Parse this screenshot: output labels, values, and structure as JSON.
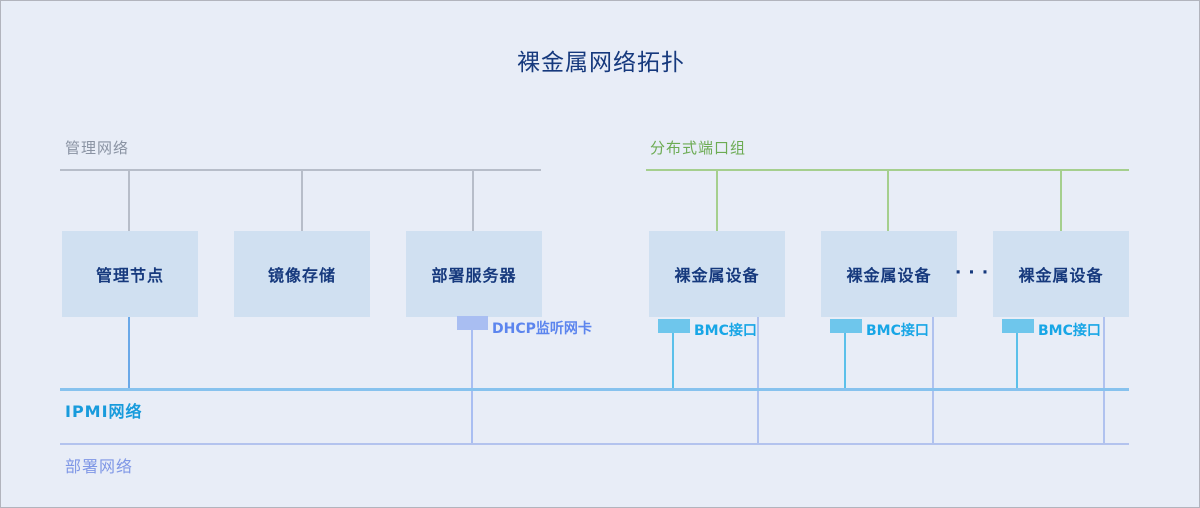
{
  "title": "裸金属网络拓扑",
  "management_network": {
    "label": "管理网络",
    "boxes": [
      "管理节点",
      "镜像存储",
      "部署服务器"
    ]
  },
  "port_group": {
    "label": "分布式端口组",
    "boxes": [
      "裸金属设备",
      "裸金属设备",
      "裸金属设备"
    ],
    "ellipsis": "···"
  },
  "nics": {
    "dhcp_label": "DHCP监听网卡",
    "bmc_label": "BMC接口"
  },
  "ipmi_network": {
    "label": "IPMI网络"
  },
  "deployment_network": {
    "label": "部署网络"
  },
  "colors": {
    "background": "#e8edf7",
    "title_text": "#16397d",
    "box_fill": "#d0e0f1",
    "box_text": "#16397d",
    "management_line": "#b7bdc9",
    "management_label": "#8a93a3",
    "port_group_line": "#a5cf8e",
    "port_group_label": "#6cab53",
    "dhcp_tag": "#a9bef2",
    "dhcp_text": "#5c85ee",
    "bmc_tag": "#6ec6ec",
    "bmc_text": "#18a6e6",
    "ipmi_line": "#87c2ee",
    "ipmi_label": "#189bdc",
    "deployment_line": "#b3c3ee",
    "deployment_label": "#7f97e6"
  }
}
